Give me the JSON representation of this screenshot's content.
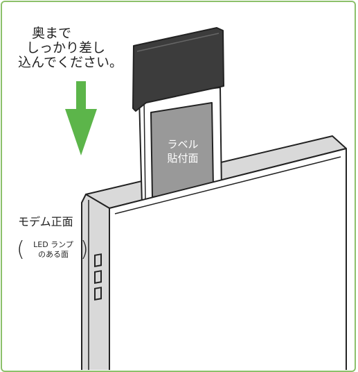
{
  "instruction": {
    "line1": "奥まで",
    "line2": "しっかり差し",
    "line3": "込んでください。"
  },
  "card": {
    "label_line1": "ラベル",
    "label_line2": "貼付面"
  },
  "modem": {
    "front_label": "モデム正面",
    "led_note_line1": "LED ランプ",
    "led_note_line2": "のある面"
  },
  "colors": {
    "frame_border": "#8cc06a",
    "arrow": "#5cb54a",
    "card_cap": "#3c3c3c",
    "card_label": "#999999",
    "modem_side": "#d9d9d9"
  },
  "icons": {
    "arrow": "down-arrow-icon",
    "led": "led-lamp-icon"
  }
}
